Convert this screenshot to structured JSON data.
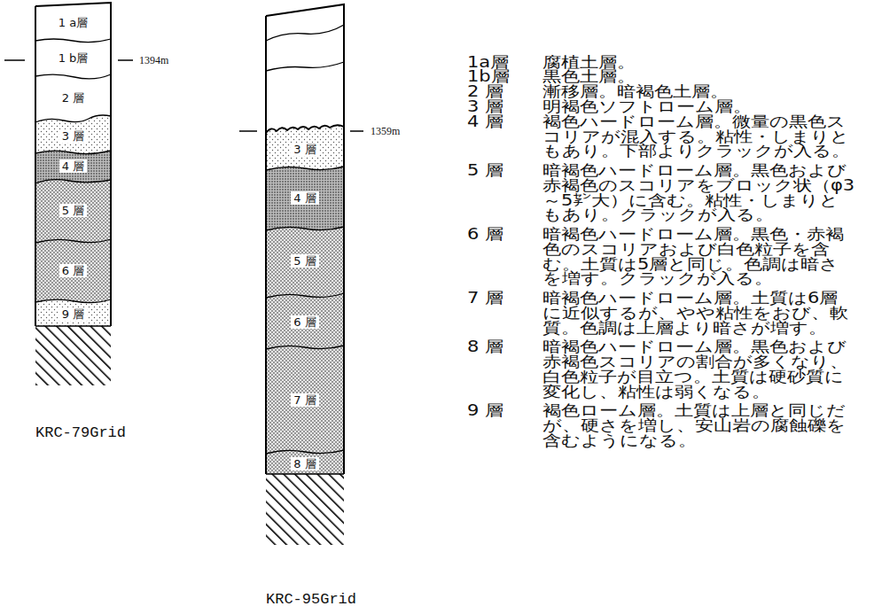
{
  "diagram": {
    "nodes": [
      {
        "text": [
          "KRC-79Grid"
        ]
      },
      {
        "text": [
          "1 a層"
        ],
        "in": 0
      },
      {
        "text": [
          "1 b層"
        ],
        "in": 0
      },
      {
        "text": [
          "2 層"
        ],
        "in": 0
      },
      {
        "text": [
          "3 層"
        ],
        "in": 0
      },
      {
        "text": [
          "4 層"
        ],
        "in": 0
      },
      {
        "text": [
          "5 層"
        ],
        "in": 0
      },
      {
        "text": [
          "6 層"
        ],
        "in": 0
      },
      {
        "text": [
          "9 層"
        ],
        "in": 0
      },
      {
        "text": [
          "KRC-95Grid"
        ]
      },
      {
        "text": [
          "3 層"
        ],
        "in": 9
      },
      {
        "text": [
          "4 層"
        ],
        "in": 9
      },
      {
        "text": [
          "5 層"
        ],
        "in": 9
      },
      {
        "text": [
          "6 層"
        ],
        "in": 9
      },
      {
        "text": [
          "7 層"
        ],
        "in": 9
      },
      {
        "text": [
          "8 層"
        ],
        "in": 9
      }
    ],
    "labels": [
      "1394m",
      "1359m",
      "1a層",
      "腐植土層。",
      "1b層",
      "黒色土層。",
      "2 層",
      "漸移層。暗褐色土層。",
      "3 層",
      "明褐色ソフトローム層。",
      "4 層",
      "褐色ハードローム層。微量の黒色スコリアが混入する。粘性・しまりともあり。下部よりクラックが入る。",
      "5 層",
      "暗褐色ハードローム層。黒色および赤褐色のスコリアをブロック状（φ3～5㌢大）に含む。粘性・しまりともあり。クラックが入る。",
      "6 層",
      "暗褐色ハードローム層。黒色・赤褐色のスコリアおよび白色粒子を含む。土質は5層と同じ。色調は暗さを増す。クラックが入る。",
      "7 層",
      "暗褐色ハードローム層。土質は6層に近似するが、やや粘性をおび、軟質。色調は上層より暗さが増す。",
      "8 層",
      "暗褐色ハードローム層。黒色および赤褐色スコリアの割合が多くなり、白色粒子が目立つ。土質は硬砂質に変化し、粘性は弱くなる。",
      "9 層",
      "褐色ローム層。土質は上層と同じだが、硬さを増し、安山岩の腐蝕礫を含むようになる。"
    ]
  }
}
